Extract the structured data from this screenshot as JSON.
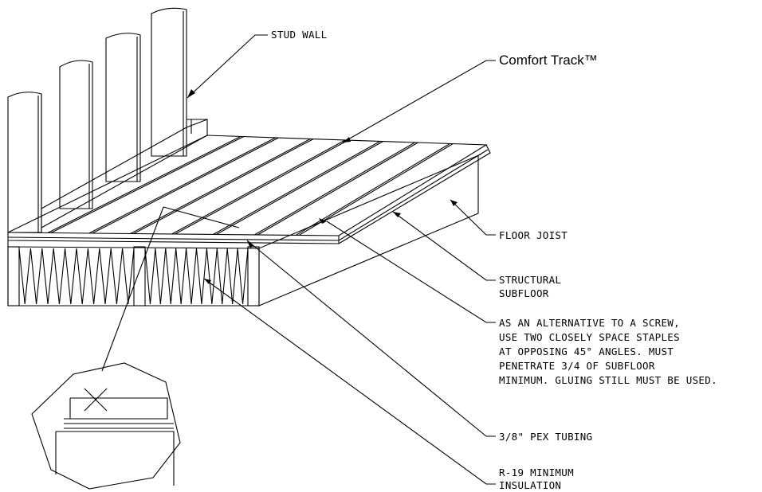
{
  "labels": {
    "stud_wall": "STUD WALL",
    "comfort_track": "Comfort Track™",
    "floor_joist": "FLOOR JOIST",
    "structural_subfloor": [
      "STRUCTURAL",
      "SUBFLOOR"
    ],
    "staple_note": [
      "AS AN ALTERNATIVE TO A SCREW,",
      "USE TWO CLOSELY SPACE STAPLES",
      "AT OPPOSING 45° ANGLES. MUST",
      "PENETRATE 3/4 OF SUBFLOOR",
      "MINIMUM. GLUING STILL MUST BE USED."
    ],
    "pex_tubing": "3/8\" PEX TUBING",
    "insulation": [
      "R-19 MINIMUM",
      "INSULATION"
    ]
  }
}
